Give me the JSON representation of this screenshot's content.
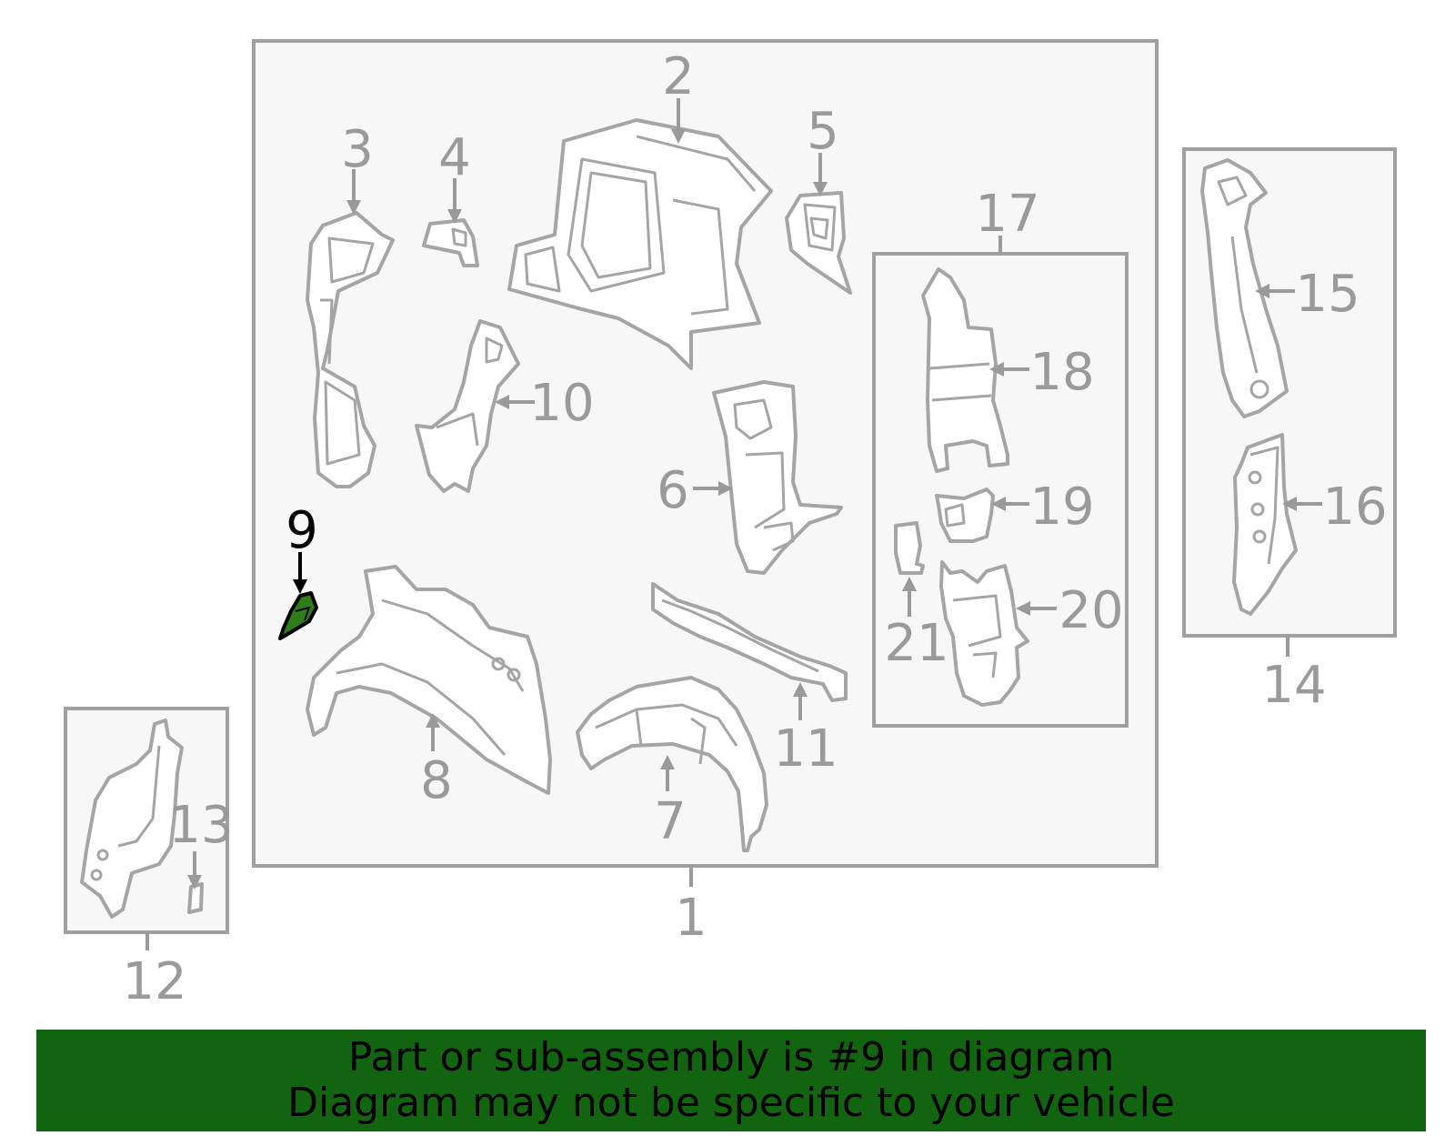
{
  "callouts": {
    "c1": "1",
    "c2": "2",
    "c3": "3",
    "c4": "4",
    "c5": "5",
    "c6": "6",
    "c7": "7",
    "c8": "8",
    "c9": "9",
    "c10": "10",
    "c11": "11",
    "c12": "12",
    "c13": "13",
    "c14": "14",
    "c15": "15",
    "c16": "16",
    "c17": "17",
    "c18": "18",
    "c19": "19",
    "c20": "20",
    "c21": "21"
  },
  "highlight": {
    "part": "9",
    "color": "#2e7d1a"
  },
  "banner": {
    "line1": "Part or sub-assembly is #9 in diagram",
    "line2": "Diagram may not be specific to your vehicle",
    "background": "#126410"
  }
}
